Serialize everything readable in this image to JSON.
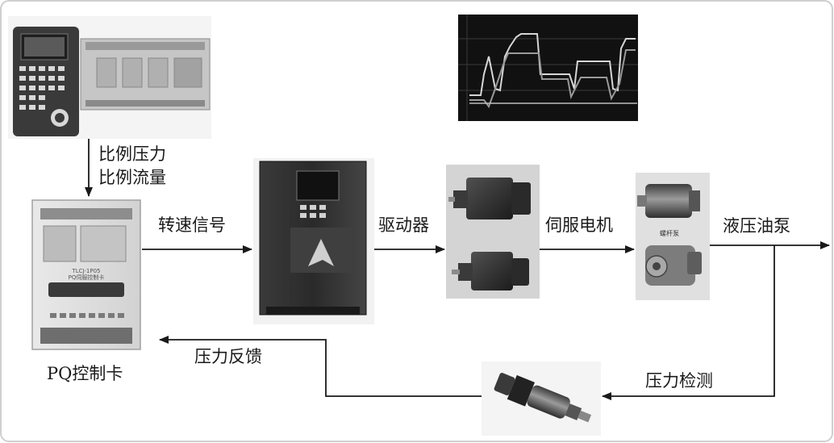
{
  "diagram": {
    "labels": {
      "controller_output_1": "比例压力",
      "controller_output_2": "比例流量",
      "speed_signal": "转速信号",
      "driver": "驱动器",
      "servo_motor": "伺服电机",
      "hydraulic_pump": "液压油泵",
      "pressure_feedback": "压力反馈",
      "pressure_detection": "压力检测",
      "pq_card": "PQ控制卡"
    },
    "device_text": {
      "pq_card_model": "TLCJ-1P05",
      "pq_card_name": "PQ伺服控制卡",
      "pump_tag": "螺杆泵"
    }
  }
}
